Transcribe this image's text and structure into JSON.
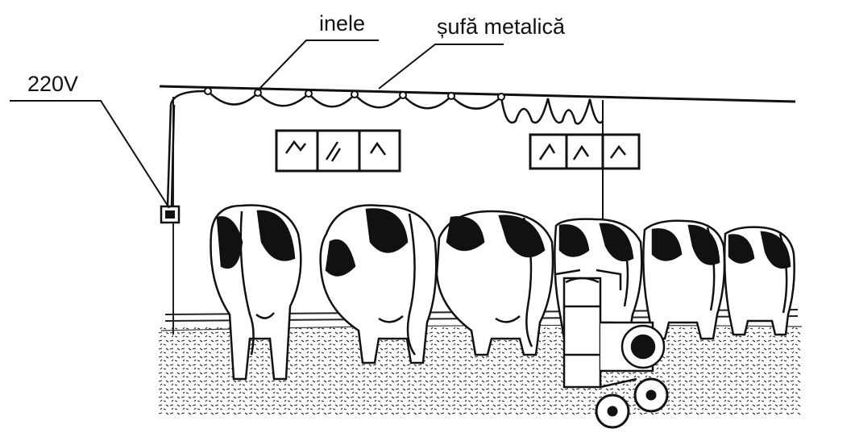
{
  "labels": {
    "inele": "inele",
    "sufa_metalica": "șufă metalică",
    "voltage": "220V"
  }
}
